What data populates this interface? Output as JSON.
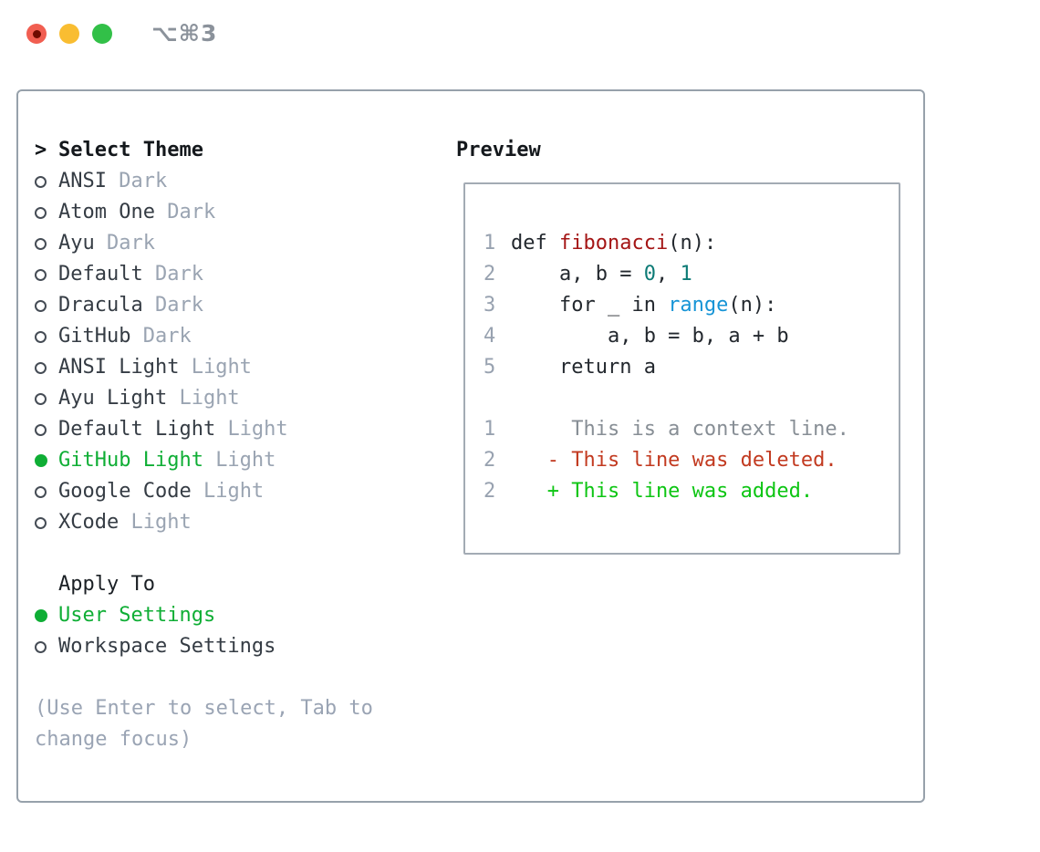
{
  "window": {
    "shortcut": "⌥⌘3",
    "traffic_lights": [
      "close",
      "minimize",
      "zoom"
    ]
  },
  "theme_panel": {
    "title": "Select Theme",
    "title_prefix": ">",
    "themes": [
      {
        "name": "ANSI",
        "variant": "Dark",
        "selected": false
      },
      {
        "name": "Atom One",
        "variant": "Dark",
        "selected": false
      },
      {
        "name": "Ayu",
        "variant": "Dark",
        "selected": false
      },
      {
        "name": "Default",
        "variant": "Dark",
        "selected": false
      },
      {
        "name": "Dracula",
        "variant": "Dark",
        "selected": false
      },
      {
        "name": "GitHub",
        "variant": "Dark",
        "selected": false
      },
      {
        "name": "ANSI Light",
        "variant": "Light",
        "selected": false
      },
      {
        "name": "Ayu Light",
        "variant": "Light",
        "selected": false
      },
      {
        "name": "Default Light",
        "variant": "Light",
        "selected": false
      },
      {
        "name": "GitHub Light",
        "variant": "Light",
        "selected": true
      },
      {
        "name": "Google Code",
        "variant": "Light",
        "selected": false
      },
      {
        "name": "XCode",
        "variant": "Light",
        "selected": false
      }
    ],
    "apply_to": {
      "title": "Apply To",
      "options": [
        {
          "label": "User Settings",
          "selected": true
        },
        {
          "label": "Workspace Settings",
          "selected": false
        }
      ]
    },
    "hint_lines": [
      "(Use Enter to select, Tab to",
      "change focus)"
    ]
  },
  "preview": {
    "title": "Preview",
    "code_lines": [
      {
        "num": "1",
        "tokens": [
          {
            "text": "def ",
            "style": "plain"
          },
          {
            "text": "fibonacci",
            "style": "function"
          },
          {
            "text": "(n):",
            "style": "plain"
          }
        ]
      },
      {
        "num": "2",
        "tokens": [
          {
            "text": "    a, b = ",
            "style": "plain"
          },
          {
            "text": "0",
            "style": "number"
          },
          {
            "text": ", ",
            "style": "plain"
          },
          {
            "text": "1",
            "style": "number"
          }
        ]
      },
      {
        "num": "3",
        "tokens": [
          {
            "text": "    for _ in ",
            "style": "plain"
          },
          {
            "text": "range",
            "style": "builtin"
          },
          {
            "text": "(n):",
            "style": "plain"
          }
        ]
      },
      {
        "num": "4",
        "tokens": [
          {
            "text": "        a, b = b, a + b",
            "style": "plain"
          }
        ]
      },
      {
        "num": "5",
        "tokens": [
          {
            "text": "    return a",
            "style": "plain"
          }
        ]
      },
      {
        "num": "",
        "tokens": []
      },
      {
        "num": "1",
        "tokens": [
          {
            "text": "     This is a context line.",
            "style": "context"
          }
        ]
      },
      {
        "num": "2",
        "tokens": [
          {
            "text": "   - This line was deleted.",
            "style": "deleted"
          }
        ]
      },
      {
        "num": "2",
        "tokens": [
          {
            "text": "   + This line was added.",
            "style": "added"
          }
        ]
      }
    ]
  },
  "colors": {
    "selection_green": "#0fae35",
    "added_green": "#0dc513",
    "deleted_red": "#c23a20",
    "function_red": "#a41515",
    "number_teal": "#0d7b76",
    "builtin_blue": "#1694d6",
    "muted_gray": "#9aa4b2",
    "panel_border": "#97a1ab",
    "traffic_red": "#f15e51",
    "traffic_yellow": "#f9bd31",
    "traffic_green": "#32c048"
  }
}
